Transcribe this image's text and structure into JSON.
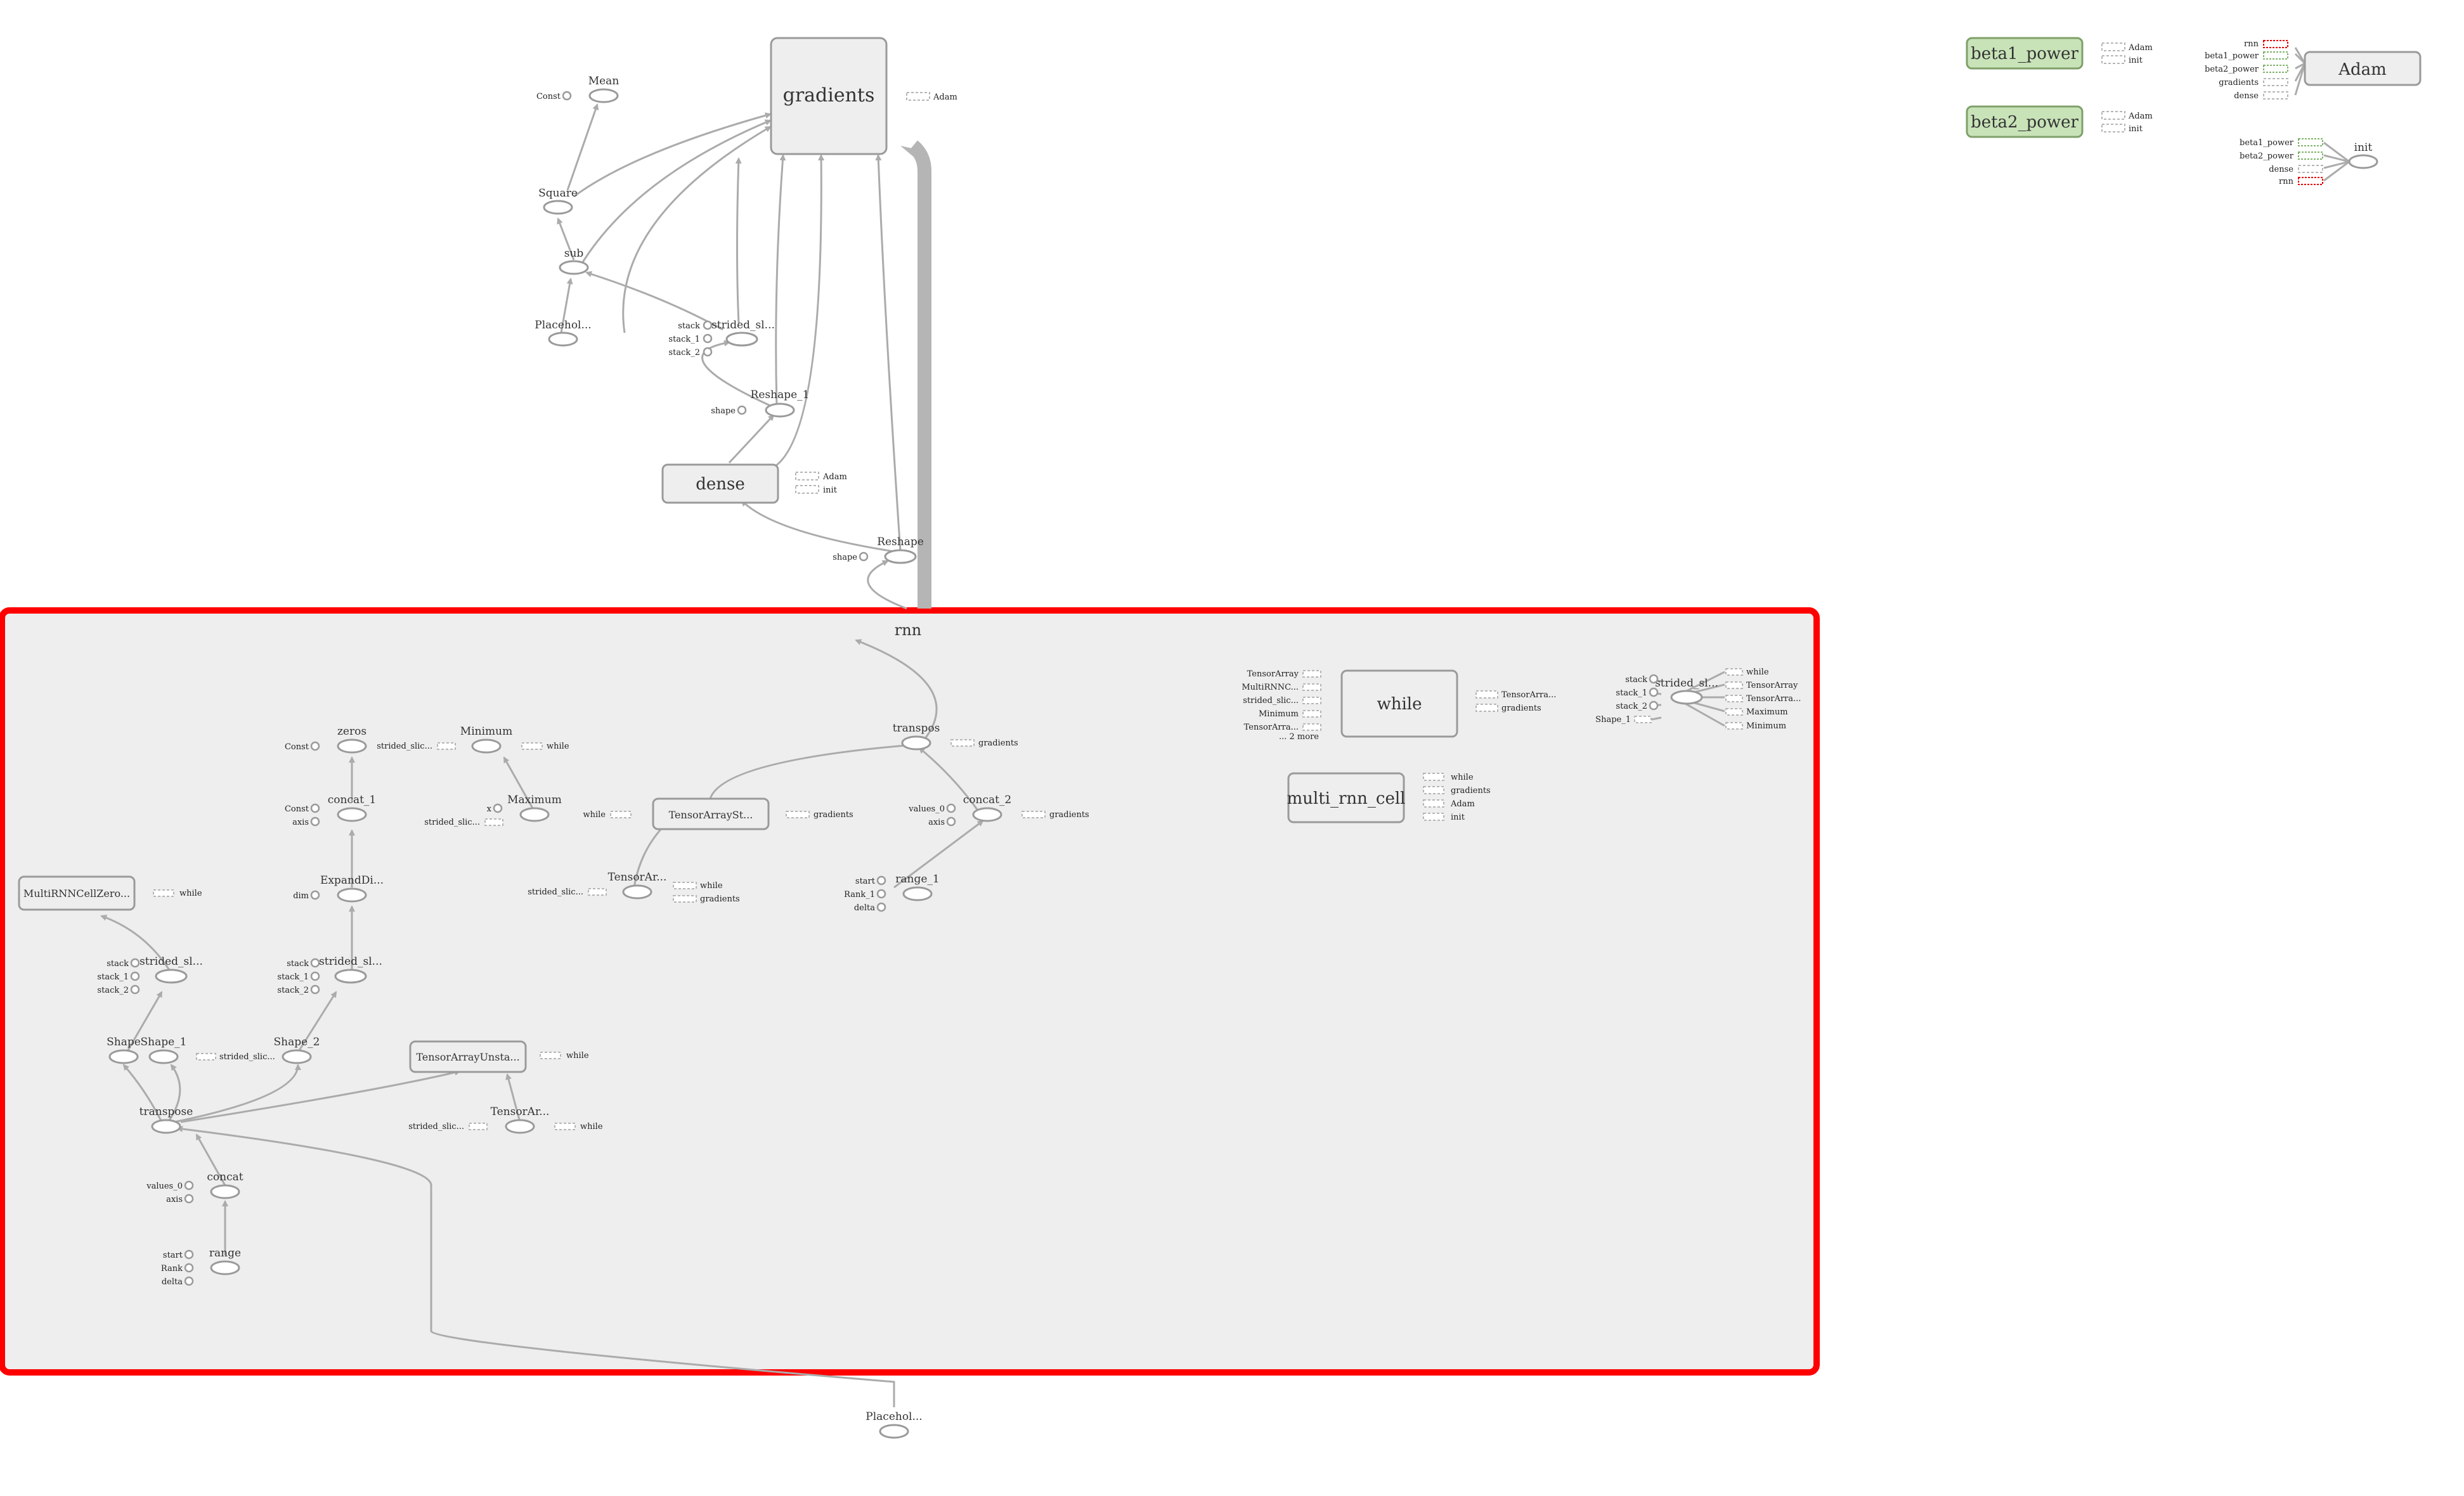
{
  "colors": {
    "selection": "#ff0000",
    "group_fill": "#eeeeee",
    "variable_fill": "#c8e3b8",
    "edge": "#ababab"
  },
  "top": {
    "gradients": "gradients",
    "gradients_ctl": "Adam",
    "mean": "Mean",
    "const": "Const",
    "square": "Square",
    "sub": "sub",
    "placeholder": "Placehol...",
    "strided_sl": "strided_sl...",
    "stack": "stack",
    "stack_1": "stack_1",
    "stack_2": "stack_2",
    "reshape_1": "Reshape_1",
    "shape": "shape",
    "dense": "dense",
    "dense_adam": "Adam",
    "dense_init": "init",
    "reshape": "Reshape",
    "reshape_shape": "shape"
  },
  "vars": {
    "beta1_power": "beta1_power",
    "beta1_adam": "Adam",
    "beta1_init": "init",
    "beta2_power": "beta2_power",
    "beta2_adam": "Adam",
    "beta2_init": "init",
    "adam": "Adam",
    "adam_inputs": [
      "rnn",
      "beta1_power",
      "beta2_power",
      "gradients",
      "dense"
    ],
    "init": "init",
    "init_inputs": [
      "beta1_power",
      "beta2_power",
      "dense",
      "rnn"
    ]
  },
  "rnn": {
    "title": "rnn",
    "while": "while",
    "while_inputs": [
      "TensorArray",
      "MultiRNNC...",
      "strided_slic...",
      "Minimum",
      "TensorArra..."
    ],
    "while_more": "... 2 more",
    "while_outputs": [
      "TensorArra...",
      "gradients"
    ],
    "multi_rnn_cell": "multi_rnn_cell",
    "multi_outputs": [
      "while",
      "gradients",
      "Adam",
      "init"
    ],
    "right_strided": "strided_sl...",
    "right_inputs": [
      "stack",
      "stack_1",
      "stack_2",
      "Shape_1"
    ],
    "right_outputs": [
      "while",
      "TensorArray",
      "TensorArra...",
      "Maximum",
      "Minimum"
    ],
    "zeros": "zeros",
    "zeros_const": "Const",
    "concat_1": "concat_1",
    "concat_1_const": "Const",
    "concat_1_axis": "axis",
    "expanddi": "ExpandDi...",
    "dim": "dim",
    "minimum": "Minimum",
    "minimum_in": "strided_slic...",
    "minimum_out": "while",
    "maximum": "Maximum",
    "maximum_x": "x",
    "maximum_in": "strided_slic...",
    "multirnn_zero": "MultiRNNCellZero...",
    "multirnn_zero_out": "while",
    "strided_sl_a": "strided_sl...",
    "strided_sl_b": "strided_sl...",
    "stack": "stack",
    "stack_1": "stack_1",
    "stack_2": "stack_2",
    "shape": "Shape",
    "shape_1": "Shape_1",
    "shape_1_out": "strided_slic...",
    "shape_2": "Shape_2",
    "transpose": "transpose",
    "concat": "concat",
    "values_0": "values_0",
    "axis": "axis",
    "range": "range",
    "start": "start",
    "rank": "Rank",
    "delta": "delta",
    "ta_unstack": "TensorArrayUnsta...",
    "ta_unstack_out": "while",
    "tensorar_b": "TensorAr...",
    "tensorar_b_in": "strided_slic...",
    "tensorar_b_out": "while",
    "ta_st": "TensorArraySt...",
    "ta_st_in": "while",
    "ta_st_out": "gradients",
    "tensorar_a": "TensorAr...",
    "tensorar_a_in": "strided_slic...",
    "tensorar_a_out1": "while",
    "tensorar_a_out2": "gradients",
    "transpos": "transpos",
    "transpos_out": "gradients",
    "concat_2": "concat_2",
    "concat_2_values": "values_0",
    "concat_2_axis": "axis",
    "concat_2_out": "gradients",
    "range_1": "range_1",
    "range_1_start": "start",
    "range_1_rank": "Rank_1",
    "range_1_delta": "delta"
  },
  "bottom": {
    "placeholder": "Placehol..."
  }
}
